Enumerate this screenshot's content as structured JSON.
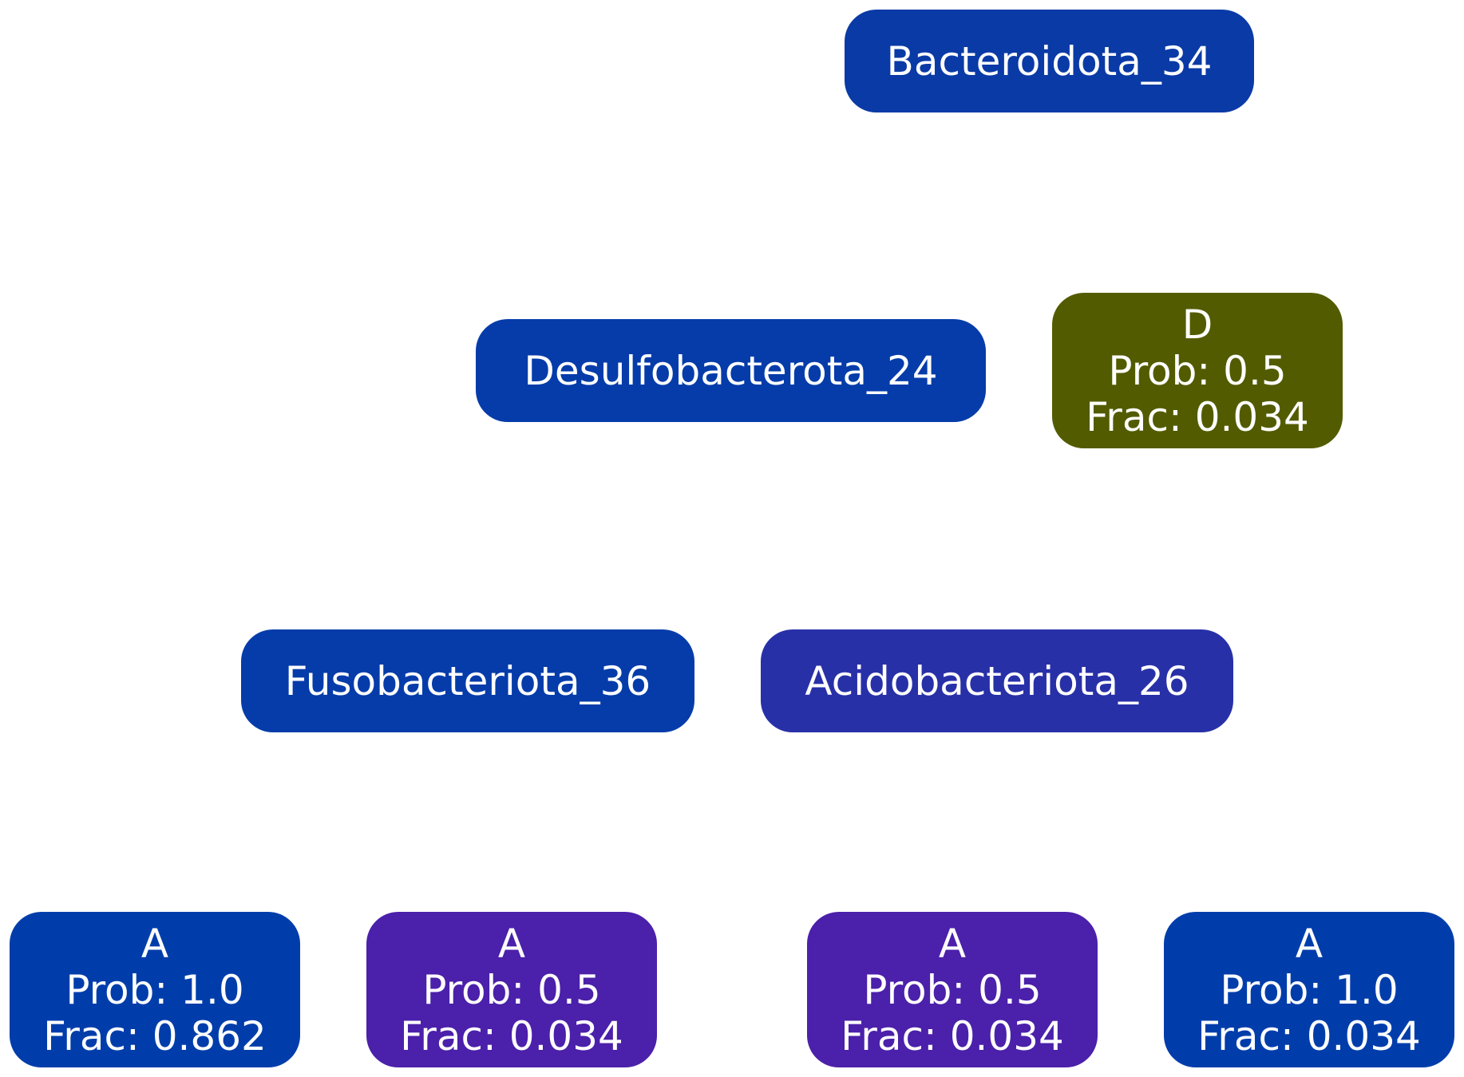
{
  "colors": {
    "node_blue": "#0A3AA6",
    "node_blue_2": "#053CAA",
    "node_indigo": "#2830A8",
    "node_purple": "#4B20AA",
    "node_olive": "#535B00",
    "leaf_blue": "#003DAB",
    "text": "#FFFFFF",
    "background": "#FFFFFF"
  },
  "nodes": {
    "bacteroidota": {
      "label": "Bacteroidota_34"
    },
    "desulfobacterota": {
      "label": "Desulfobacterota_24"
    },
    "fusobacteriota": {
      "label": "Fusobacteriota_36"
    },
    "acidobacteriota": {
      "label": "Acidobacteriota_26"
    }
  },
  "leaves": {
    "d": {
      "class": "D",
      "prob": "Prob: 0.5",
      "frac": "Frac: 0.034"
    },
    "a1": {
      "class": "A",
      "prob": "Prob: 1.0",
      "frac": "Frac: 0.862"
    },
    "a2": {
      "class": "A",
      "prob": "Prob: 0.5",
      "frac": "Frac: 0.034"
    },
    "a3": {
      "class": "A",
      "prob": "Prob: 0.5",
      "frac": "Frac: 0.034"
    },
    "a4": {
      "class": "A",
      "prob": "Prob: 1.0",
      "frac": "Frac: 0.034"
    }
  }
}
